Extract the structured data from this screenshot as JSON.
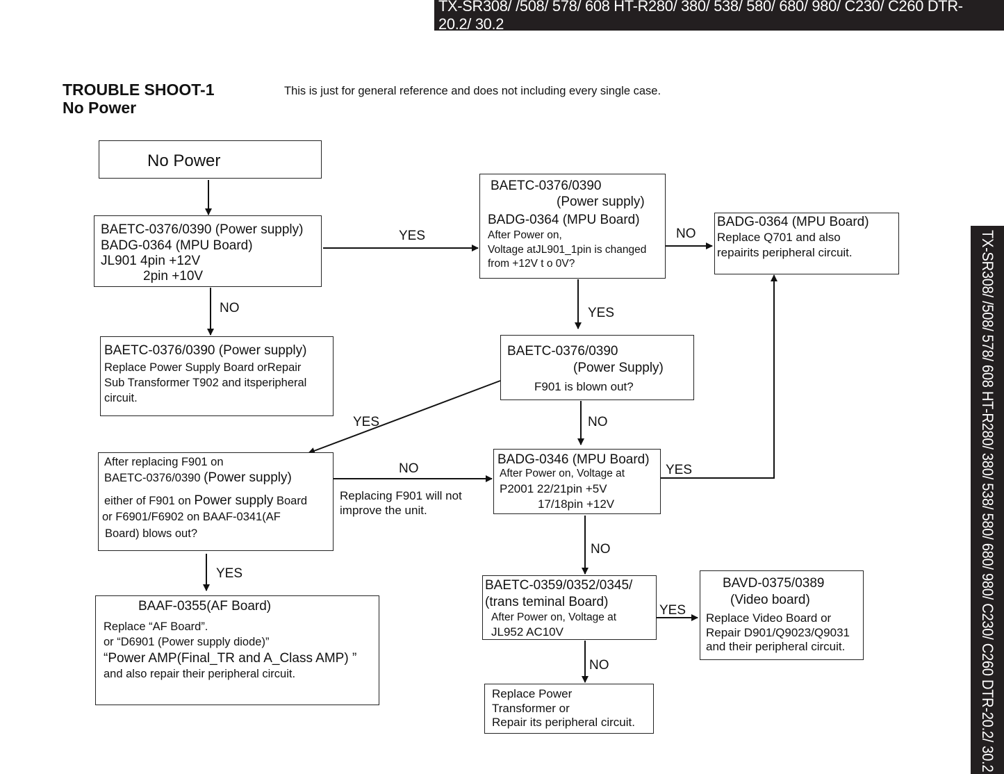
{
  "header": {
    "banner_text": "TX-SR308/ /508/ 578/ 608  HT-R280/ 380/ 538/ 580/ 680/ 980/ C230/ C260  DTR-20.2/ 30.2"
  },
  "side_tab": {
    "text": "TX-SR308/ /508/ 578/ 608  HT-R280/ 380/ 538/ 580/ 680/ 980/ C230/ C260  DTR-20.2/ 30.2"
  },
  "title": {
    "line1": "TROUBLE SHOOT-1",
    "line2": "No Power"
  },
  "note": "This is just for general reference and does not including every single case.",
  "boxes": {
    "start": {
      "l1": "No Power"
    },
    "check_supply": {
      "l1": "BAETC-0376/0390 (Power supply)",
      "l2": "BADG-0364 (MPU Board)",
      "l3": "JL901 4pin +12V",
      "l4": "2pin +10V"
    },
    "replace_supply": {
      "l1": "BAETC-0376/0390 (Power supply)",
      "l2": "Replace Power Supply Board orRepair",
      "l3": "Sub Transformer T902 and itsperipheral",
      "l4": "circuit."
    },
    "jl901_check": {
      "l1": "BAETC-0376/0390",
      "l2": "(Power supply)",
      "l3": "BADG-0364 (MPU Board)",
      "l4": "After Power on,",
      "l5": "Voltage atJL901_1pin is changed",
      "l6": "from +12V t o 0V?"
    },
    "replace_q701": {
      "l1": "BADG-0364 (MPU Board)",
      "l2": "Replace Q701 and also",
      "l3": "repairits peripheral circuit."
    },
    "f901_check": {
      "l1": "BAETC-0376/0390",
      "l2": "(Power Supply)",
      "l3": "F901 is blown out?"
    },
    "after_replace": {
      "l1": "After replacing F901 on",
      "l2a": "BAETC-0376/0390 ",
      "l2b": "(Power supply)",
      "l3a": "either of F901 on ",
      "l3b": "Power supply",
      "l3c": " Board",
      "l4": "or F6901/F6902 on BAAF-0341(AF",
      "l5": "Board) blows out?"
    },
    "p2001_check": {
      "l1": "BADG-0346 (MPU Board)",
      "l2": "After Power on, Voltage at",
      "l3": "P2001 22/21pin   +5V",
      "l4": "17/18pin    +12V"
    },
    "af_board": {
      "l1": "BAAF-0355(AF Board)",
      "l2": "Replace “AF Board”.",
      "l3": "or  “D6901 (Power supply diode)”",
      "l4": "“Power AMP(Final_TR and A_Class AMP) ”",
      "l5": "and also repair their peripheral circuit."
    },
    "jl952_check": {
      "l1": "BAETC-0359/0352/0345/",
      "l2": "(trans teminal Board)",
      "l3": "After Power on, Voltage at",
      "l4": "JL952 AC10V"
    },
    "video_board": {
      "l1": "BAVD-0375/0389",
      "l2": "(Video board)",
      "l3": "Replace Video Board or",
      "l4": "Repair D901/Q9023/Q9031",
      "l5": "and their peripheral circuit."
    },
    "replace_transformer": {
      "l1": "Replace Power",
      "l2": "Transformer or",
      "l3": "Repair its peripheral circuit."
    }
  },
  "labels": {
    "yes_to_jl901": "YES",
    "no_to_replace_supply": "NO",
    "no_to_q701": "NO",
    "yes_to_f901": "YES",
    "yes_to_after_replace": "YES",
    "no_to_p2001": "NO",
    "no_to_p2001_from_after": "NO",
    "yes_p2001_to_q701": "YES",
    "yes_to_af_board": "YES",
    "no_to_jl952": "NO",
    "yes_to_video": "YES",
    "no_to_transformer": "NO"
  },
  "free_note": {
    "l1": "Replacing F901 will not",
    "l2": "improve the unit."
  }
}
